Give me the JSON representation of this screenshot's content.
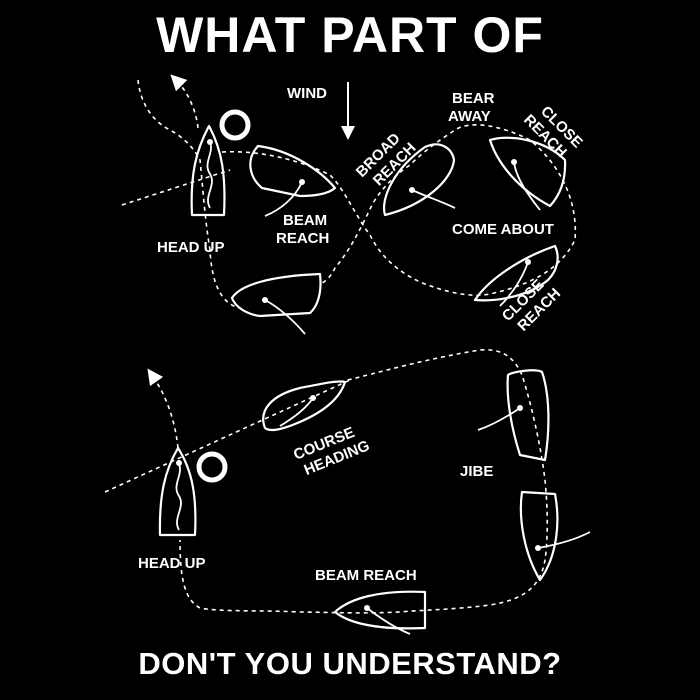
{
  "header": {
    "title": "WHAT PART OF"
  },
  "footer": {
    "subtitle": "DON'T YOU UNDERSTAND?"
  },
  "labels": {
    "wind": "WIND",
    "head_up_top": "HEAD UP",
    "beam_reach_top_1": "BEAM",
    "beam_reach_top_2": "REACH",
    "broad_reach_1": "BROAD",
    "broad_reach_2": "REACH",
    "bear_away_1": "BEAR",
    "bear_away_2": "AWAY",
    "close_reach_top_1": "CLOSE",
    "close_reach_top_2": "REACH",
    "come_about": "COME ABOUT",
    "close_reach_right_1": "CLOSE",
    "close_reach_right_2": "REACH",
    "course_heading_1": "COURSE",
    "course_heading_2": "HEADING",
    "jibe": "JIBE",
    "head_up_bottom": "HEAD UP",
    "beam_reach_bottom": "BEAM REACH"
  }
}
